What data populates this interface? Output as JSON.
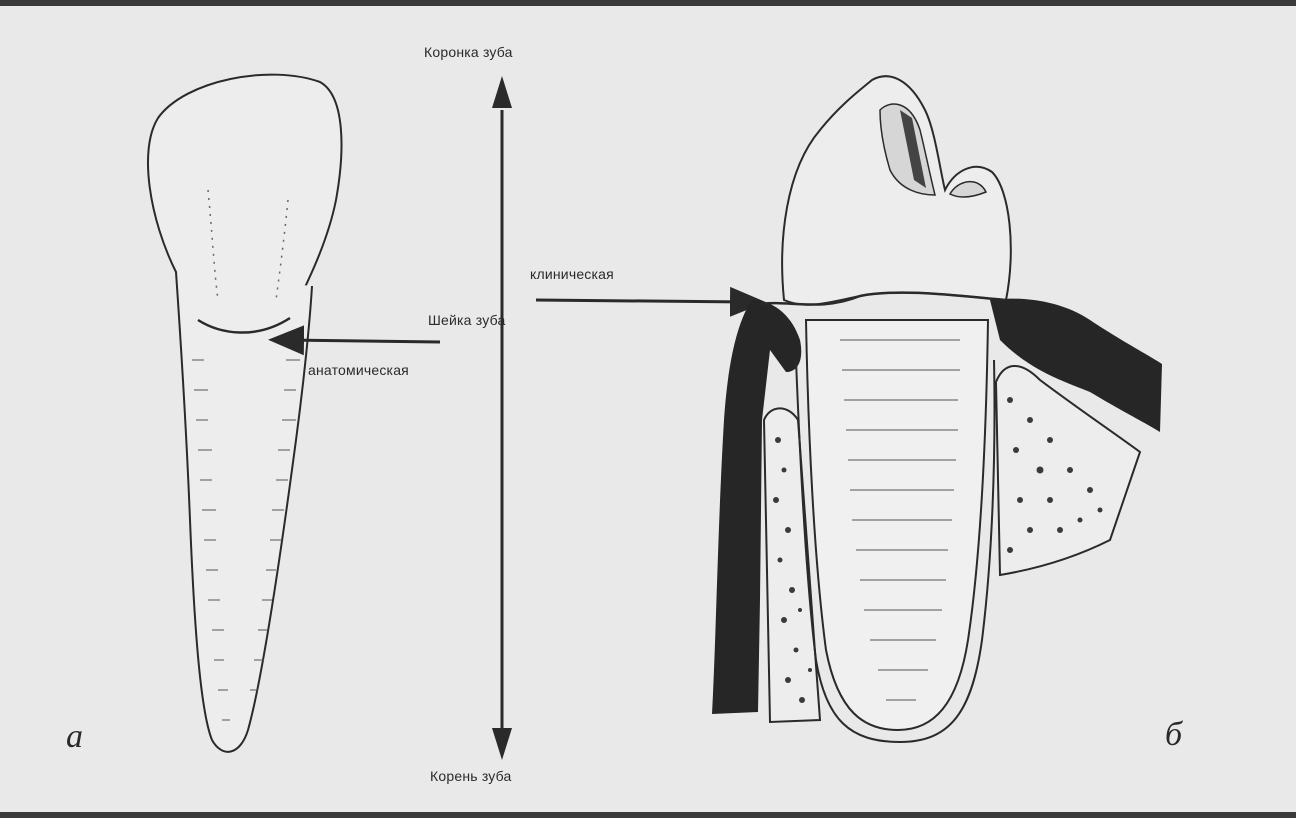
{
  "labels": {
    "crown": "Коронка зуба",
    "root": "Корень зуба",
    "neck": "Шейка зуба",
    "anatomical": "анатомическая",
    "clinical": "клиническая"
  },
  "panels": {
    "left": "а",
    "right": "б"
  },
  "colors": {
    "background": "#e9e9e9",
    "ink": "#2a2a2a",
    "gum": "#262626"
  }
}
